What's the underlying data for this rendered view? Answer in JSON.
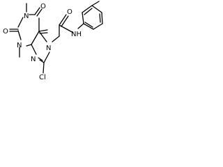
{
  "molecule": {
    "atom_labels": {
      "o_top": "O",
      "n_top": "N",
      "o_left": "O",
      "n_left": "N",
      "n_right": "N",
      "n_bottom": "N",
      "cl": "Cl",
      "o_amide": "O",
      "nh": "NH"
    }
  }
}
